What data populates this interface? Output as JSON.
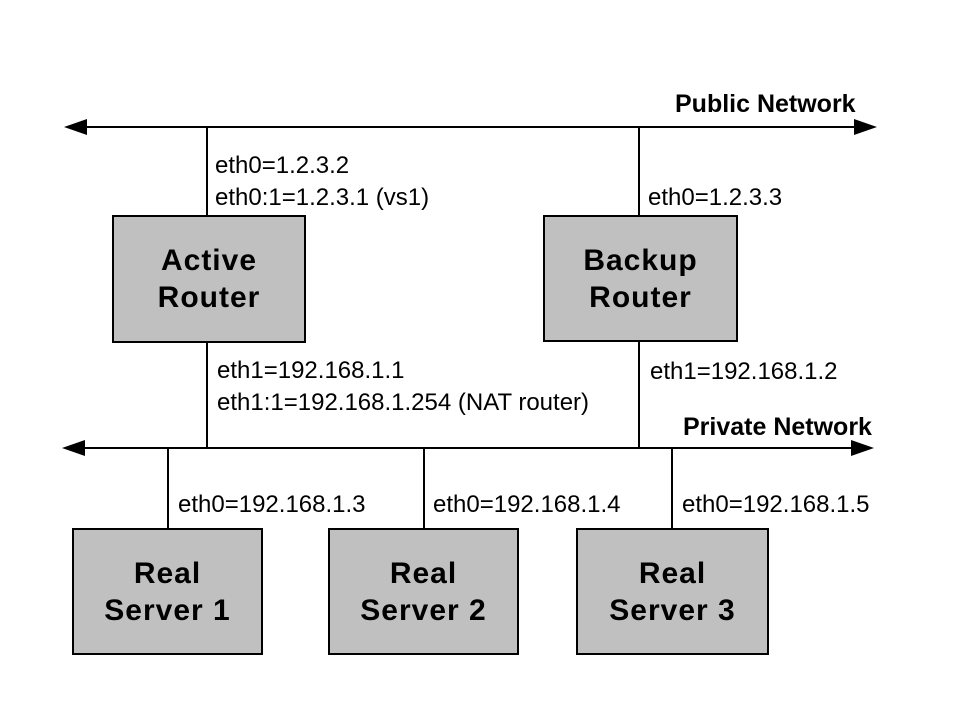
{
  "networks": {
    "public": {
      "label": "Public Network"
    },
    "private": {
      "label": "Private Network"
    }
  },
  "routers": {
    "active": {
      "name_line1": "Active",
      "name_line2": "Router",
      "public_if_line1": "eth0=1.2.3.2",
      "public_if_line2": "eth0:1=1.2.3.1 (vs1)",
      "private_if_line1": "eth1=192.168.1.1",
      "private_if_line2": "eth1:1=192.168.1.254 (NAT router)"
    },
    "backup": {
      "name_line1": "Backup",
      "name_line2": "Router",
      "public_if": "eth0=1.2.3.3",
      "private_if": "eth1=192.168.1.2"
    }
  },
  "servers": [
    {
      "name_line1": "Real",
      "name_line2": "Server 1",
      "eth0": "eth0=192.168.1.3"
    },
    {
      "name_line1": "Real",
      "name_line2": "Server 2",
      "eth0": "eth0=192.168.1.4"
    },
    {
      "name_line1": "Real",
      "name_line2": "Server 3",
      "eth0": "eth0=192.168.1.5"
    }
  ],
  "colors": {
    "background": "#ffffff",
    "box_fill": "#c0c0c0",
    "box_border": "#000000",
    "line": "#000000",
    "text": "#000000"
  }
}
